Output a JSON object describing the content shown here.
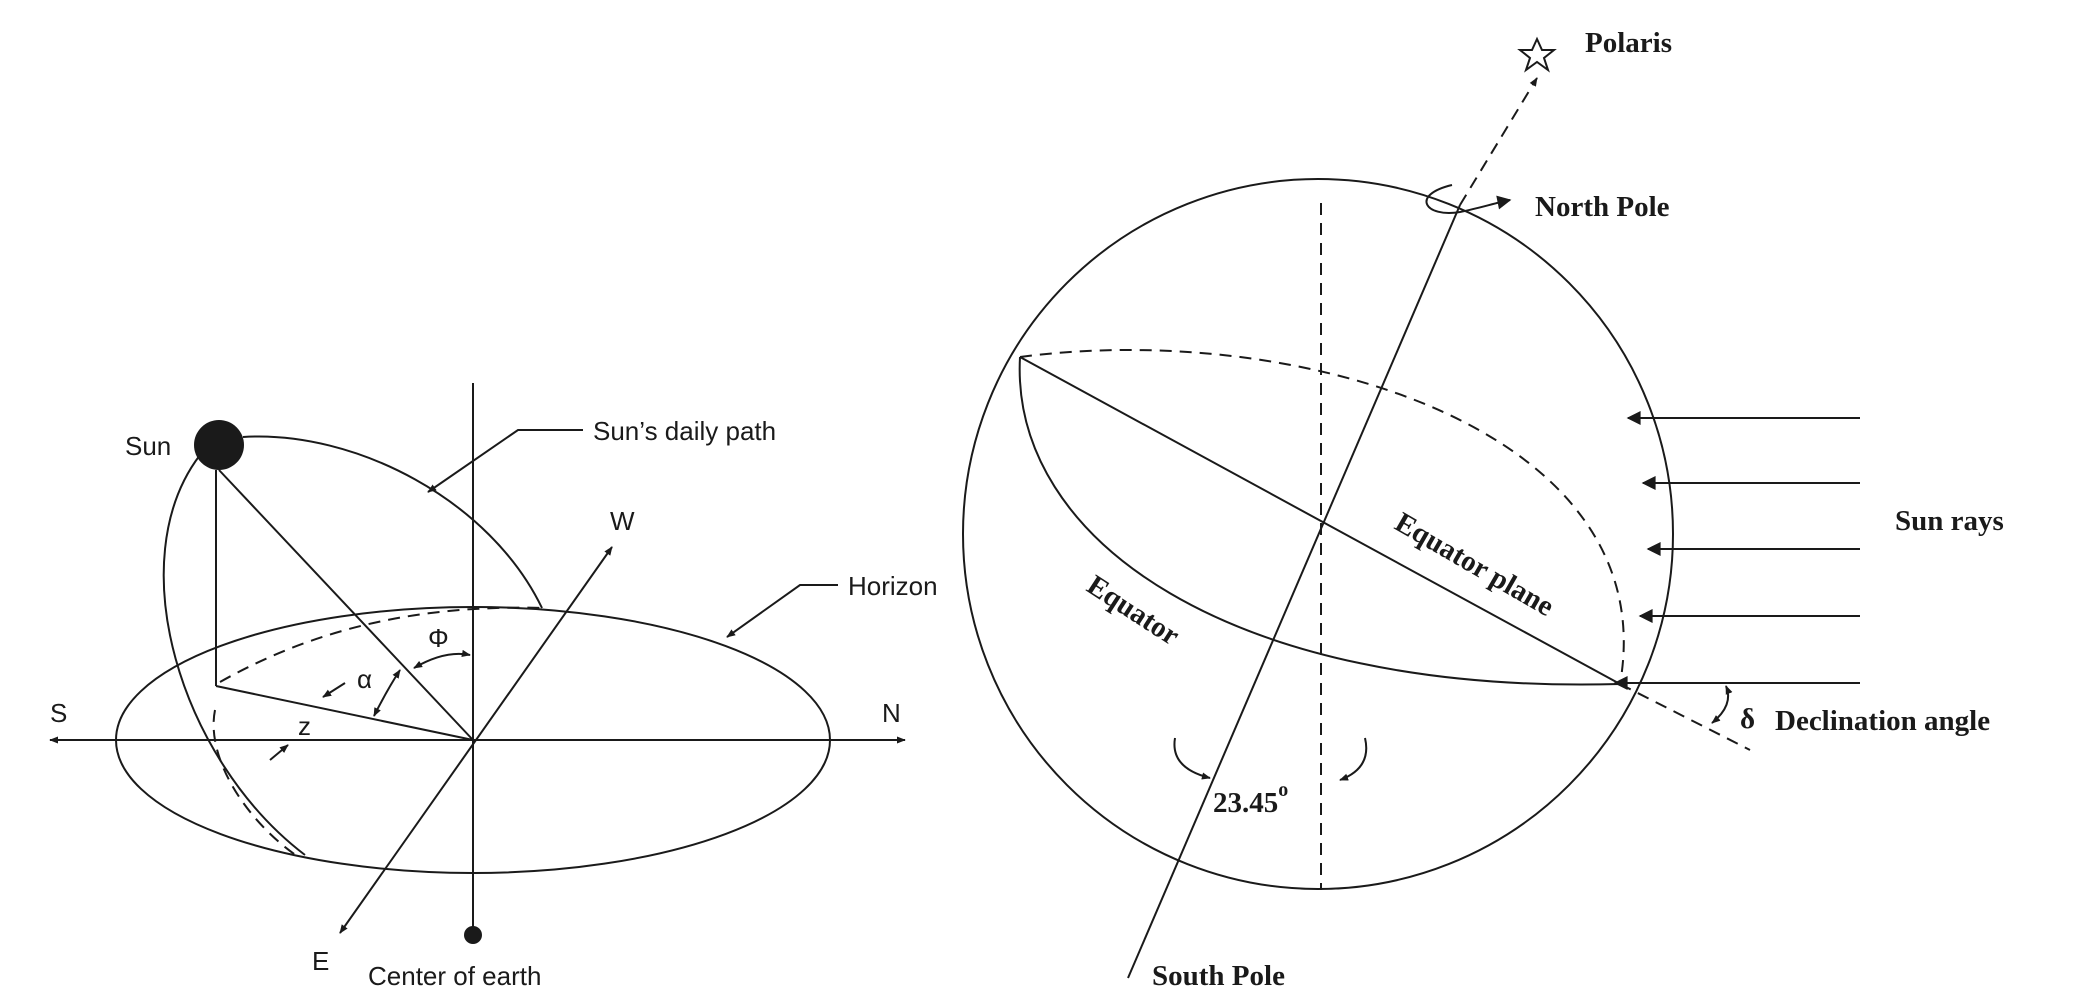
{
  "left_diagram": {
    "sun_label": "Sun",
    "sun_path_label": "Sun’s daily path",
    "horizon_label": "Horizon",
    "center_label": "Center of earth",
    "dir_south": "S",
    "dir_north": "N",
    "dir_west": "W",
    "dir_east": "E",
    "angle_phi": "Φ",
    "angle_alpha": "α",
    "angle_z": "z"
  },
  "right_diagram": {
    "polaris_label": "Polaris",
    "north_pole_label": "North Pole",
    "south_pole_label": "South Pole",
    "sun_rays_label": "Sun rays",
    "equator_label": "Equator",
    "equator_plane_label": "Equator plane",
    "declination_symbol": "δ",
    "declination_label": "Declination angle",
    "tilt_value": "23.45",
    "tilt_unit": "o"
  }
}
